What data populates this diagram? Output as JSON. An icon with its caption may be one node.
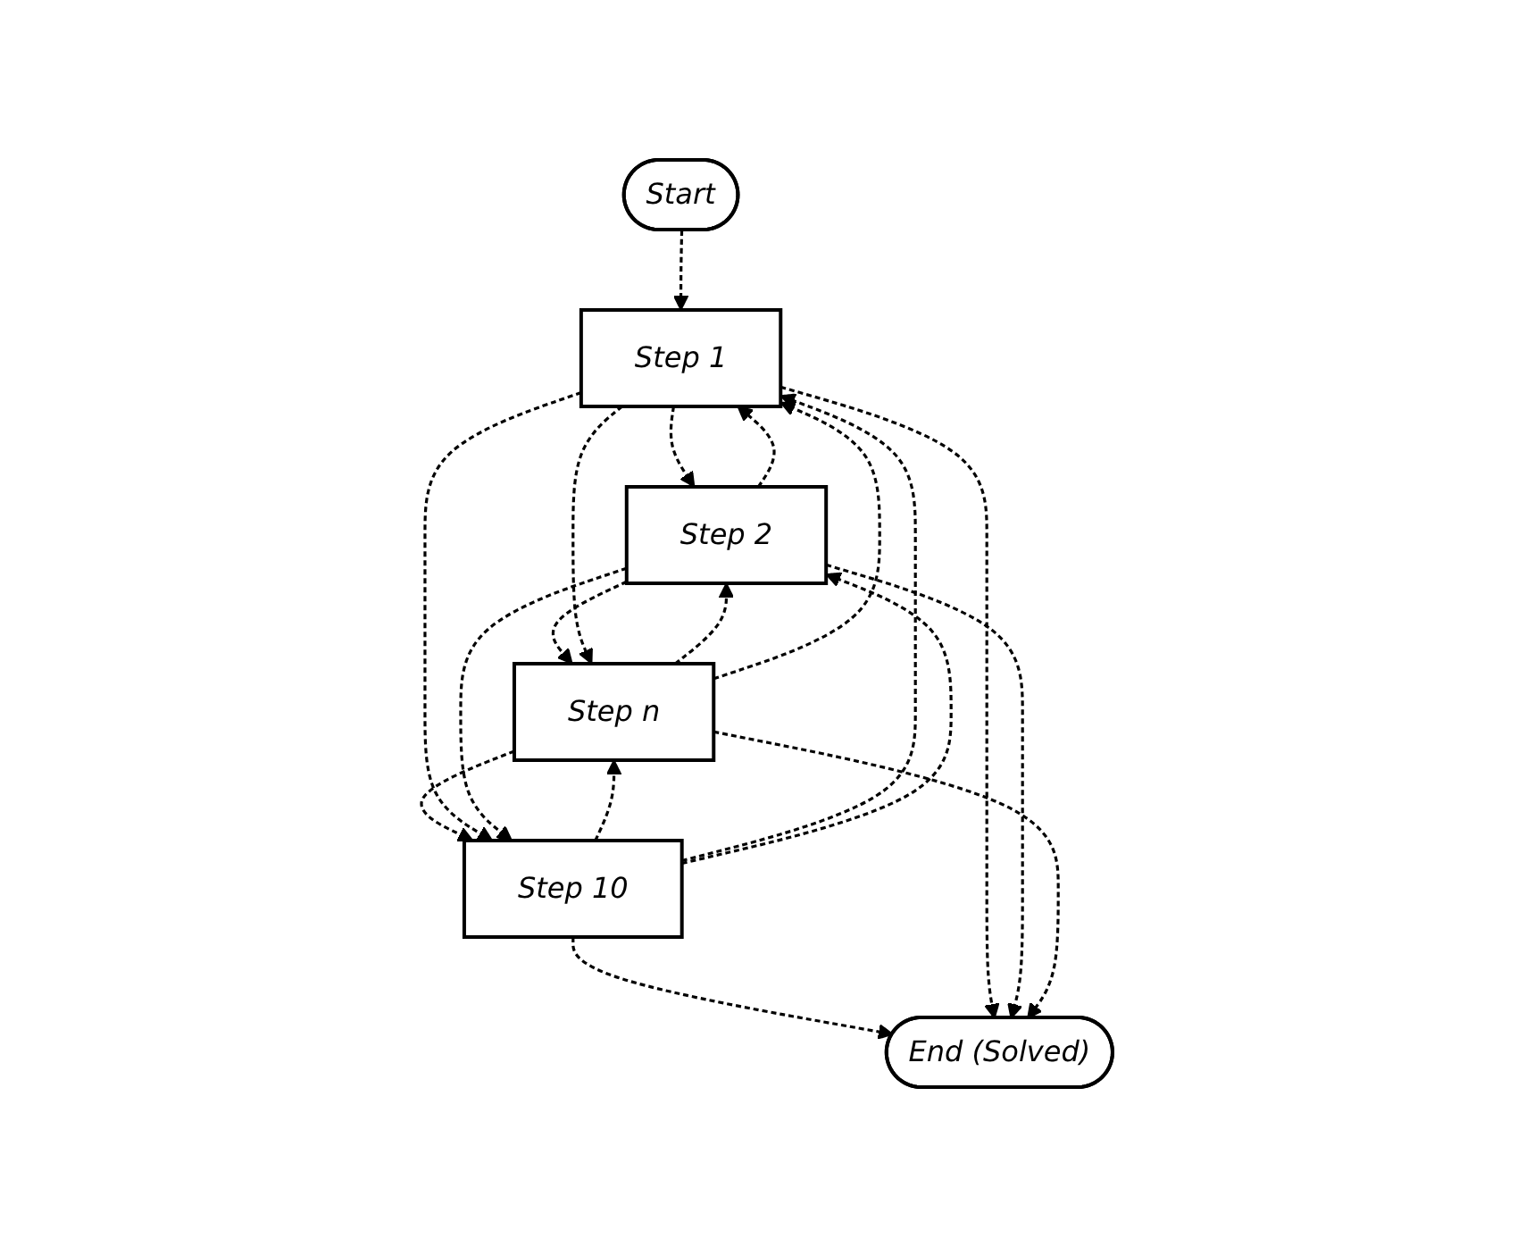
{
  "diagram": {
    "nodes": [
      {
        "text": [
          "Start"
        ]
      },
      {
        "text": [
          "Step 1"
        ]
      },
      {
        "text": [
          "Step 2"
        ]
      },
      {
        "text": [
          "Step n"
        ]
      },
      {
        "text": [
          "Step 10"
        ]
      },
      {
        "text": [
          "End (Solved)"
        ]
      }
    ],
    "edges": [
      {
        "from": 0,
        "to": 1,
        "arrow": "to",
        "style": "dashed"
      },
      {
        "from": 1,
        "to": 2,
        "arrow": "to",
        "style": "dashed"
      },
      {
        "from": 2,
        "to": 3,
        "arrow": "to",
        "style": "dashed"
      },
      {
        "from": 3,
        "to": 4,
        "arrow": "to",
        "style": "dashed"
      },
      {
        "from": 4,
        "to": 5,
        "arrow": "to",
        "style": "dashed"
      },
      {
        "from": 2,
        "to": 1,
        "arrow": "to",
        "style": "dashed"
      },
      {
        "from": 3,
        "to": 2,
        "arrow": "to",
        "style": "dashed"
      },
      {
        "from": 4,
        "to": 3,
        "arrow": "to",
        "style": "dashed"
      },
      {
        "from": 3,
        "to": 1,
        "arrow": "to",
        "style": "dashed"
      },
      {
        "from": 4,
        "to": 1,
        "arrow": "to",
        "style": "dashed"
      },
      {
        "from": 4,
        "to": 2,
        "arrow": "to",
        "style": "dashed"
      },
      {
        "from": 1,
        "to": 3,
        "arrow": "to",
        "style": "dashed"
      },
      {
        "from": 1,
        "to": 4,
        "arrow": "to",
        "style": "dashed"
      },
      {
        "from": 1,
        "to": 5,
        "arrow": "to",
        "style": "dashed"
      },
      {
        "from": 2,
        "to": 4,
        "arrow": "to",
        "style": "dashed"
      },
      {
        "from": 2,
        "to": 5,
        "arrow": "to",
        "style": "dashed"
      },
      {
        "from": 3,
        "to": 5,
        "arrow": "to",
        "style": "dashed"
      }
    ]
  }
}
